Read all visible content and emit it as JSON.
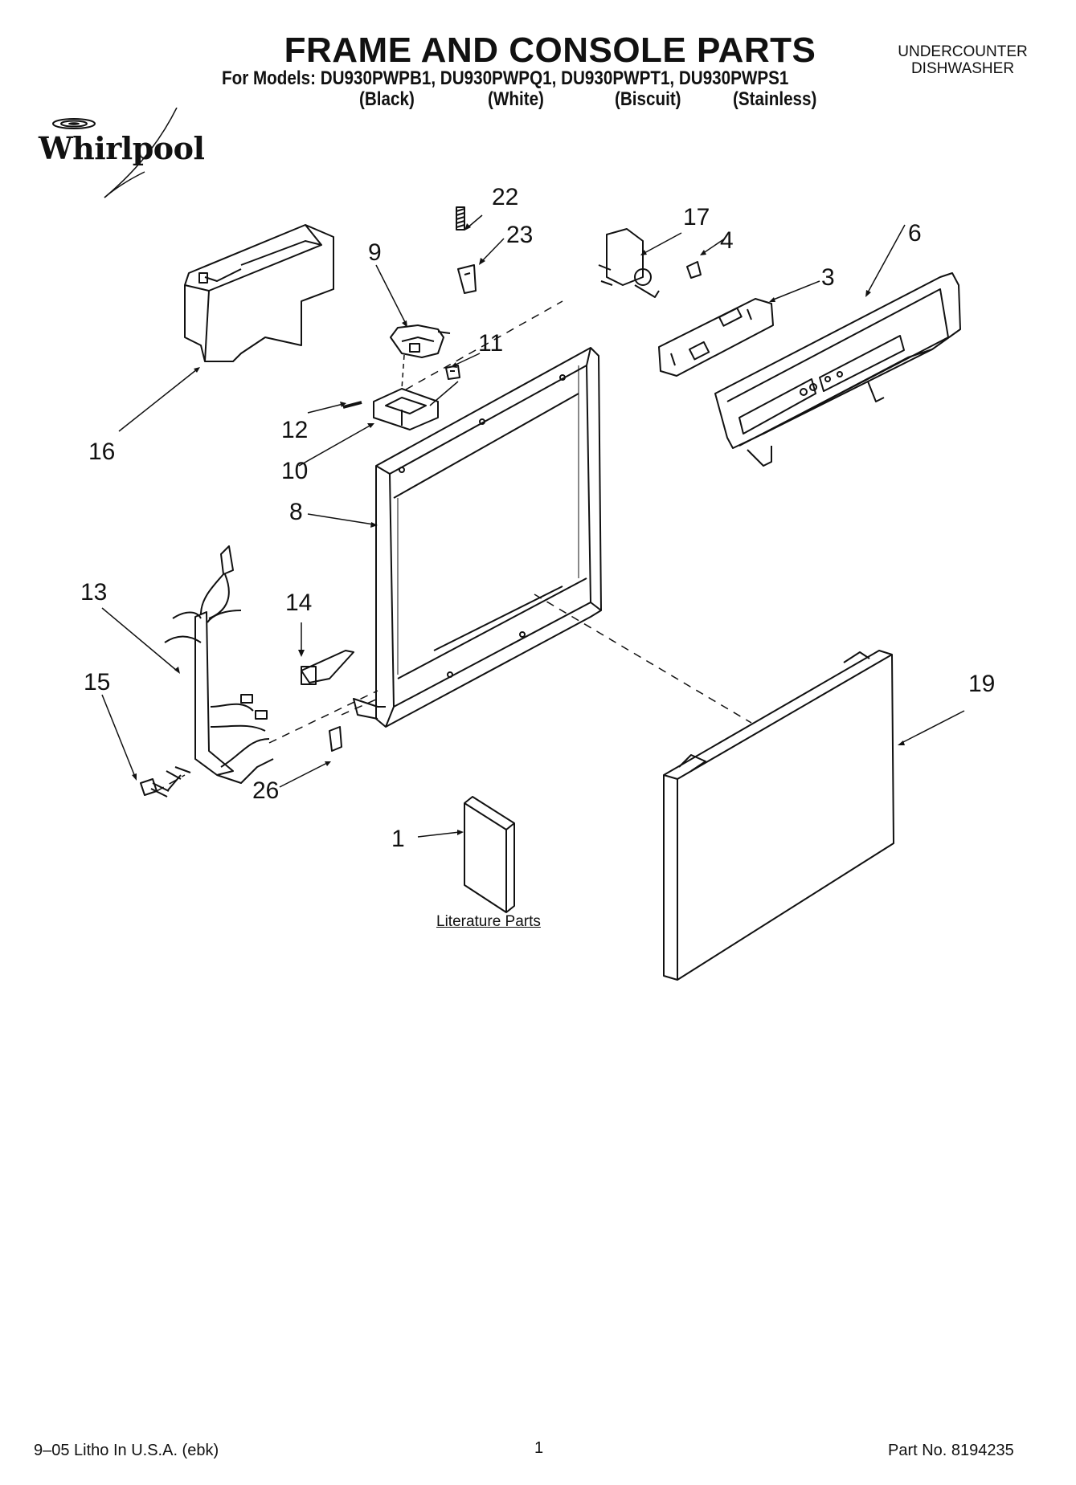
{
  "header": {
    "title": "FRAME AND CONSOLE PARTS",
    "models_line": "For Models: DU930PWPB1, DU930PWPQ1, DU930PWPT1, DU930PWPS1",
    "variants": [
      "(Black)",
      "(White)",
      "(Biscuit)",
      "(Stainless)"
    ],
    "product_type_line1": "UNDERCOUNTER",
    "product_type_line2": "DISHWASHER"
  },
  "brand": {
    "logo_text": "Whirlpool"
  },
  "callouts": [
    "22",
    "23",
    "17",
    "4",
    "6",
    "9",
    "3",
    "11",
    "16",
    "12",
    "10",
    "8",
    "13",
    "14",
    "15",
    "19",
    "26",
    "1"
  ],
  "literature_label": "Literature Parts",
  "footer": {
    "left": "9–05 Litho In U.S.A. (ebk)",
    "center": "1",
    "right": "Part No. 8194235"
  }
}
